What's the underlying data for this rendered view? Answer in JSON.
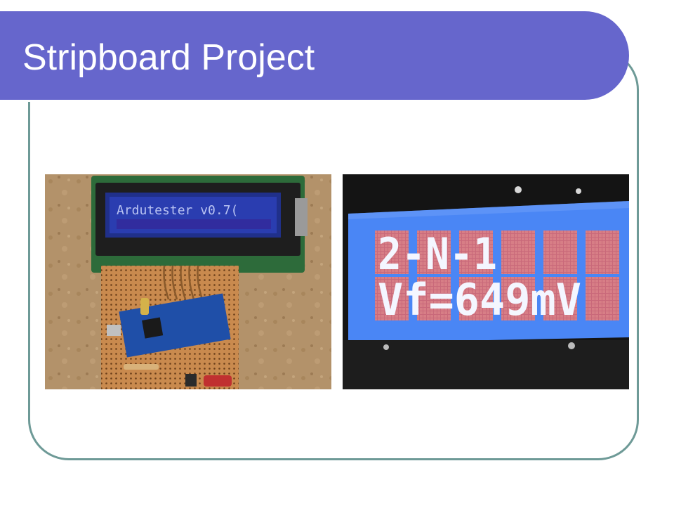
{
  "slide": {
    "title": "Stripboard Project",
    "colors": {
      "title_bar": "#6666cc",
      "title_text": "#ffffff",
      "frame_border": "#6e9a97",
      "background": "#ffffff"
    }
  },
  "photos": {
    "left": {
      "lcd_line1": "Ardutester v0.7("
    },
    "right": {
      "lcd_line1": "2-N-1",
      "lcd_line2": "Vf=649mV"
    }
  }
}
